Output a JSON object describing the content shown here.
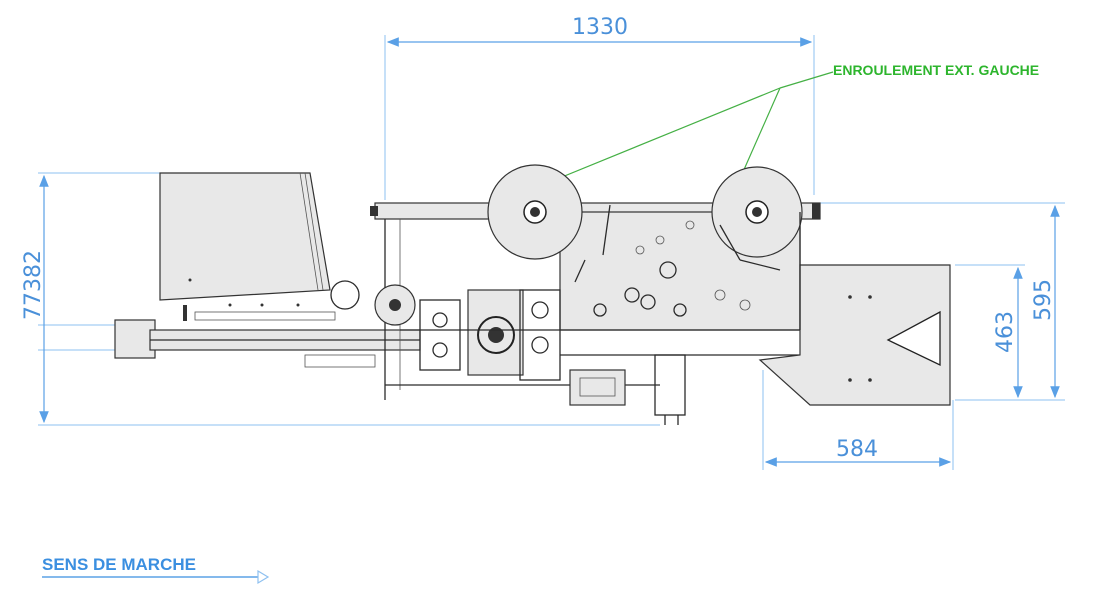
{
  "dimensions": {
    "overall_width": "1330",
    "right_height": "595",
    "inner_height": "463",
    "outlet_width": "584",
    "left_height": "77382"
  },
  "labels": {
    "winding": "ENROULEMENT EXT. GAUCHE",
    "direction": "SENS DE MARCHE"
  },
  "colors": {
    "dimension": "#4a90d9",
    "leader": "#2db52d",
    "direction_label": "#3b8fe0",
    "machine_lines": "#2b2b2b"
  }
}
